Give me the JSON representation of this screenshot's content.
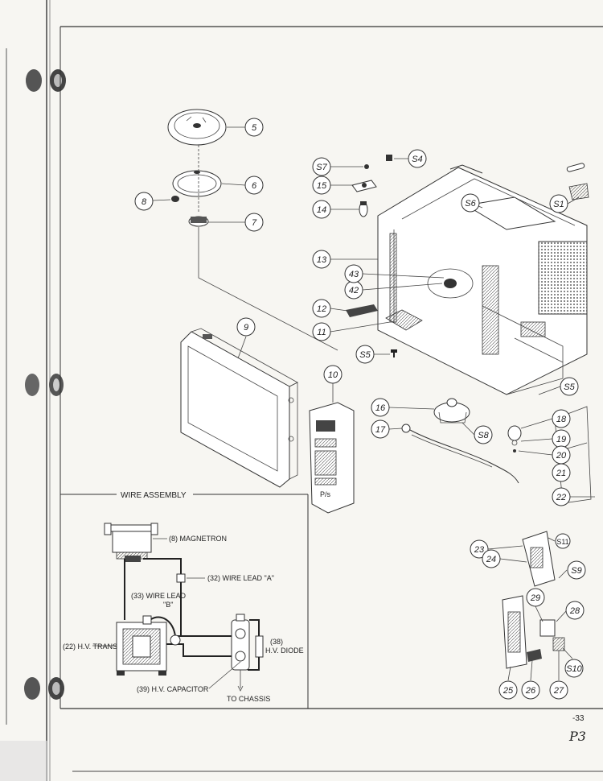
{
  "section": {
    "title": "WIRE ASSEMBLY"
  },
  "wire_labels": {
    "magnetron": "(8) MAGNETRON",
    "wire_lead_a": "(32) WIRE LEAD \"A\"",
    "wire_lead_b_1": "(33) WIRE LEAD",
    "wire_lead_b_2": "\"B\"",
    "trans": "(22) H.V. TRANS",
    "diode_1": "(38)",
    "diode_2": "H.V. DIODE",
    "capacitor": "(39) H.V. CAPACITOR",
    "chassis": "TO CHASSIS"
  },
  "callouts": [
    "5",
    "6",
    "8",
    "7",
    "9",
    "10",
    "11",
    "12",
    "13",
    "14",
    "15",
    "16",
    "17",
    "18",
    "19",
    "20",
    "21",
    "22",
    "23",
    "24",
    "25",
    "26",
    "27",
    "28",
    "29",
    "S1",
    "S4",
    "S5",
    "S6",
    "S7",
    "S9",
    "S10",
    "S11",
    "42",
    "43",
    "S8"
  ],
  "page_number": "-33",
  "handwriting": "P3"
}
